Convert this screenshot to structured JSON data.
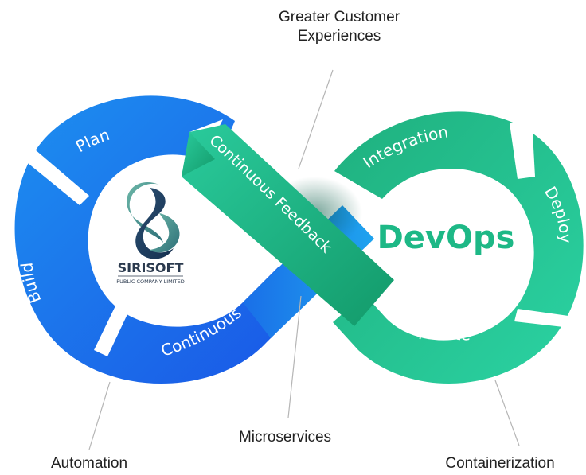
{
  "colors": {
    "blue_light": "#1ea7f0",
    "blue_dark": "#1747e0",
    "green_light": "#25c99a",
    "green_dark": "#14a06f",
    "feedback_green": "#1fb283",
    "logo_teal": "#3a8e8a",
    "logo_navy": "#1d3a5c",
    "callout_line": "#b5b5b5"
  },
  "icons": [
    "logo-s-icon"
  ],
  "diagram": {
    "left_loop": {
      "labels": [
        "Plan",
        "Build",
        "Continuous"
      ]
    },
    "right_loop": {
      "labels": [
        "Integration",
        "Deploy",
        "Operate"
      ]
    },
    "crossover_label": "Continuous Feedback",
    "center_title": "DevOps",
    "logo": {
      "name": "SIRISOFT",
      "tagline": "PUBLIC COMPANY LIMITED"
    },
    "callouts": {
      "greater_customer_line1": "Greater Customer",
      "greater_customer_line2": "Experiences",
      "microservices": "Microservices",
      "automation": "Automation",
      "containerization": "Containerization"
    }
  }
}
